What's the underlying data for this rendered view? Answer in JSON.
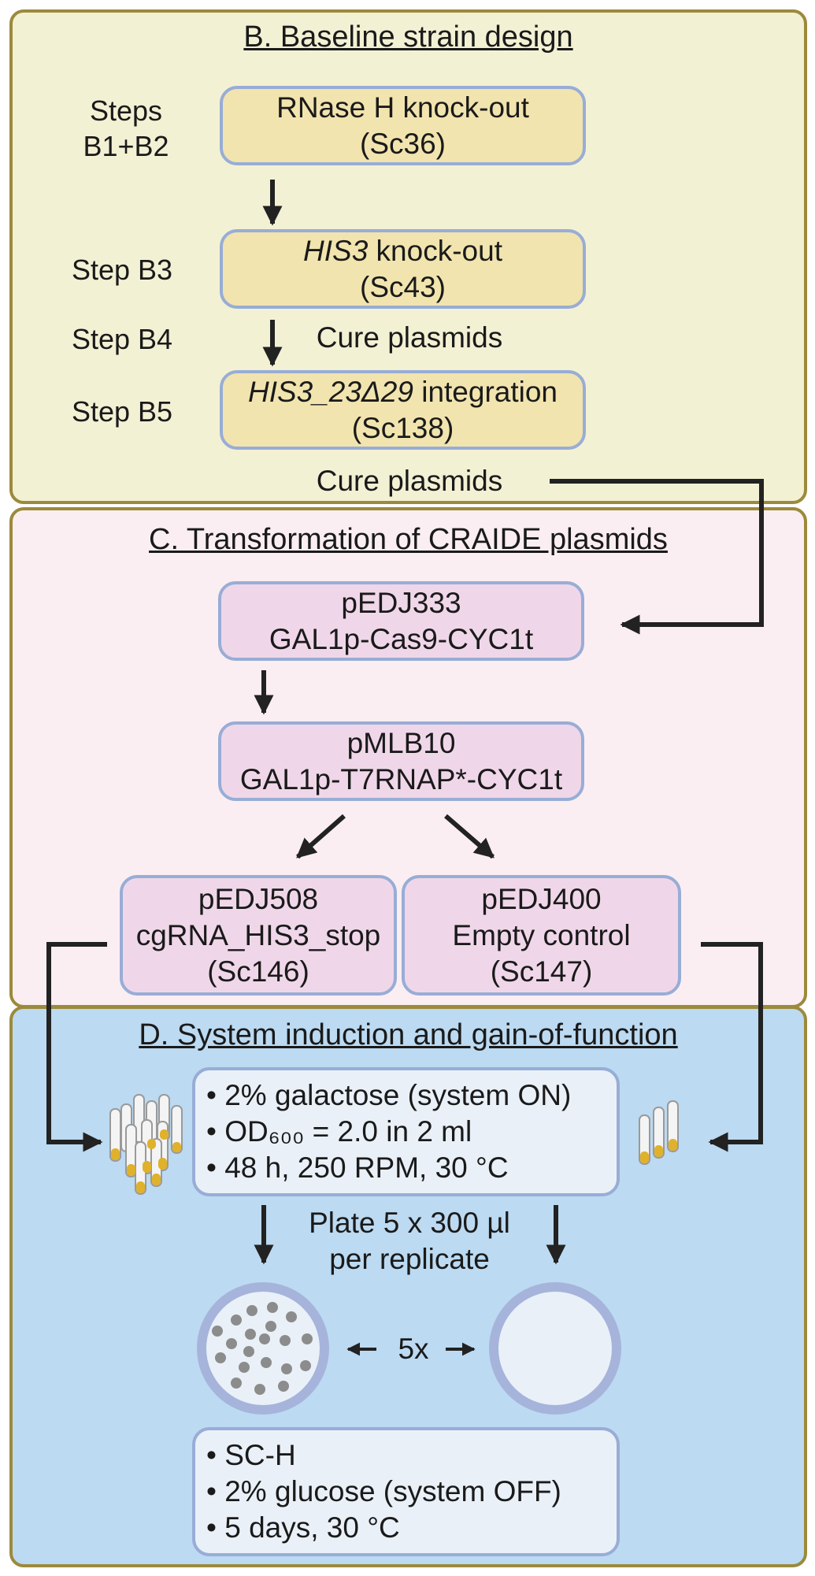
{
  "panelB": {
    "title": "B. Baseline strain design",
    "steps": {
      "b1b2_line1": "Steps",
      "b1b2_line2": "B1+B2",
      "b3": "Step B3",
      "b4": "Step B4",
      "b5": "Step B5"
    },
    "box1": {
      "line1": "RNase H knock-out",
      "line2": "(Sc36)"
    },
    "box2": {
      "italic": "HIS3",
      "rest": " knock-out",
      "line2": "(Sc43)"
    },
    "cure1": "Cure plasmids",
    "box3": {
      "italic": "HIS3_23Δ29",
      "rest": " integration",
      "line2": "(Sc138)"
    },
    "cure2": "Cure plasmids"
  },
  "panelC": {
    "title": "C. Transformation of CRAIDE plasmids",
    "box1": {
      "line1": "pEDJ333",
      "line2": "GAL1p-Cas9-CYC1t"
    },
    "box2": {
      "line1": "pMLB10",
      "line2": "GAL1p-T7RNAP*-CYC1t"
    },
    "box3": {
      "line1": "pEDJ508",
      "line2": "cgRNA_HIS3_stop",
      "line3": "(Sc146)"
    },
    "box4": {
      "line1": "pEDJ400",
      "line2": "Empty control",
      "line3": "(Sc147)"
    }
  },
  "panelD": {
    "title": "D. System induction and gain-of-function",
    "conditions": [
      "• 2% galactose (system ON)",
      "• OD₆₀₀ = 2.0 in 2 ml",
      "• 48 h, 250 RPM, 30 °C"
    ],
    "plate_line1": "Plate 5 x 300 µl",
    "plate_line2": "per replicate",
    "fold": "5x",
    "media": [
      "• SC-H",
      "• 2% glucose (system OFF)",
      "• 5 days, 30 °C"
    ]
  },
  "colors": {
    "panelB_bg": "#f3f1d4",
    "panelC_bg": "#fbeef2",
    "panelD_bg": "#bcdaf1",
    "panel_border": "#9c8a3c",
    "box_border": "#98add6",
    "yellow_box": "#f1e4ae",
    "pink_box": "#efd7e9",
    "white_box": "#e9f0f8",
    "arrow": "#222222"
  },
  "icons": [
    "culture-tubes-icon",
    "petri-dish-colonies-icon",
    "petri-dish-empty-icon"
  ]
}
